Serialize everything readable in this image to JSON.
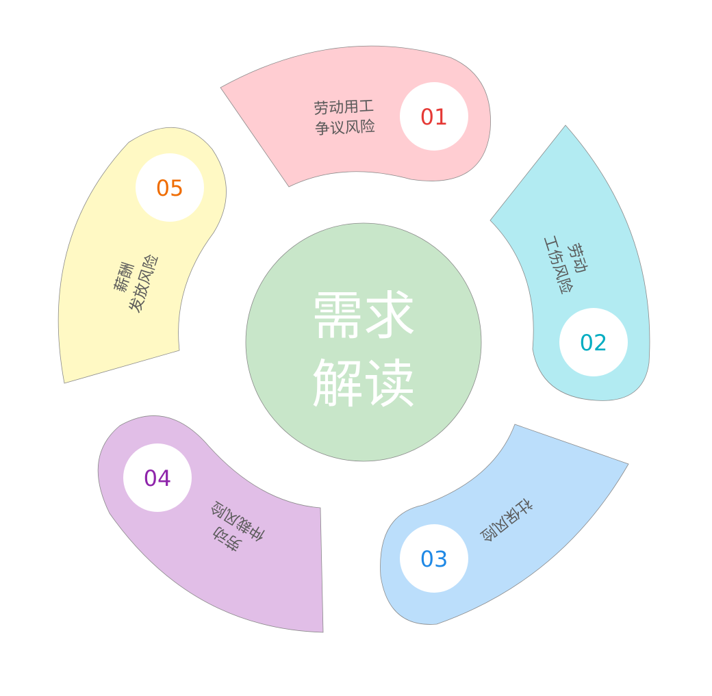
{
  "center": {
    "line1": "需求",
    "line2": "解读",
    "color": "#c8e6c9"
  },
  "segments": [
    {
      "number": "01",
      "line1": "劳动用工",
      "line2": "争议风险",
      "fill": "#ffcdd2",
      "number_color": "#e53935"
    },
    {
      "number": "02",
      "line1": "劳动",
      "line2": "工伤风险",
      "fill": "#b2ebf2",
      "number_color": "#00acc1"
    },
    {
      "number": "03",
      "line1": "社保风险",
      "line2": "",
      "fill": "#bbdefb",
      "number_color": "#1e88e5"
    },
    {
      "number": "04",
      "line1": "劳动",
      "line2": "仲裁风险",
      "fill": "#e1bee7",
      "number_color": "#8e24aa"
    },
    {
      "number": "05",
      "line1": "薪酬",
      "line2": "发放风险",
      "fill": "#fff9c4",
      "number_color": "#ef6c00"
    }
  ]
}
